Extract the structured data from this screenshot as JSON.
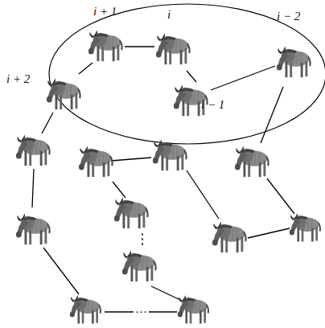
{
  "diagram": {
    "labels": [
      "i + 1",
      "i",
      "i − 2",
      "i + 2",
      "i − 1",
      "···"
    ]
  }
}
